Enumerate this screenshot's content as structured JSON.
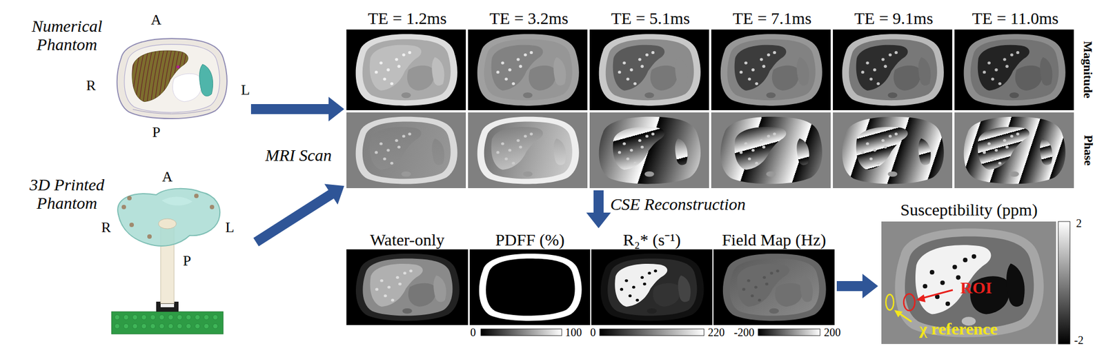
{
  "diagram": {
    "nodes": [
      {
        "text": [
          "Numerical Phantom"
        ]
      },
      {
        "text": [
          "3D Printed Phantom"
        ]
      },
      {
        "text": [
          "Magnitude",
          "Phase"
        ]
      },
      {
        "text": [
          "Water-only"
        ]
      },
      {
        "text": [
          "PDFF (%)"
        ]
      },
      {
        "text": [
          "R₂* (s⁻¹)"
        ]
      },
      {
        "text": [
          "Field Map (Hz)"
        ]
      },
      {
        "text": [
          "Susceptibility (ppm)"
        ]
      }
    ],
    "edges": [
      {
        "from": 0,
        "to": 2,
        "arrow": "to"
      },
      {
        "from": 1,
        "to": 2,
        "arrow": "to"
      },
      {
        "from": 2,
        "to": 5,
        "arrow": "to",
        "label": "CSE Reconstruction"
      },
      {
        "from": 6,
        "to": 7,
        "arrow": "to"
      }
    ],
    "labels": [
      "A",
      "R",
      "L",
      "P",
      "A",
      "R",
      "L",
      "P",
      "MRI Scan",
      "TE = 1.2ms",
      "TE = 3.2ms",
      "TE = 5.1ms",
      "TE = 7.1ms",
      "TE = 9.1ms",
      "TE = 11.0ms",
      "0",
      "100",
      "0",
      "220",
      "-200",
      "200",
      "2",
      "-2",
      "ROI",
      "χ reference"
    ]
  }
}
